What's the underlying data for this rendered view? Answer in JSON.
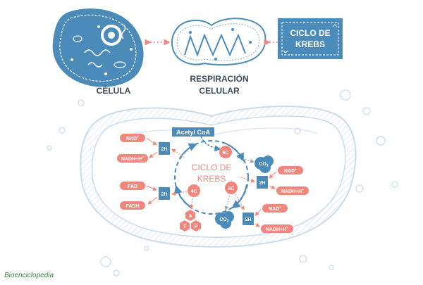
{
  "top": {
    "cell_label": "CÉLULA",
    "resp_label_line1": "RESPIRACIÓN",
    "resp_label_line2": "CELULAR",
    "box_line1": "CICLO DE",
    "box_line2": "KREBS"
  },
  "cycle": {
    "center_line1": "CICLO DE",
    "center_line2": "KREBS",
    "acetyl": "Acetyl CoA",
    "node_6c": "6C",
    "node_5c": "5C",
    "node_4c": "4C",
    "co2": "CO",
    "co2_sub": "2",
    "two_h": "2H",
    "nad": "NAD",
    "nad_sup": "+",
    "nadh": "NADH+H",
    "nadh_sup": "+",
    "fad": "FAD",
    "fadh": "FADH",
    "atp_a": "A",
    "atp_t": "T",
    "atp_p": "P"
  },
  "brand": {
    "logo_text": "Bioenciclopedia"
  },
  "colors": {
    "blue": "#4a8bb9",
    "blue_light": "#8fb9d8",
    "pink": "#f0867c",
    "pink_light": "#f7b3ac",
    "text": "#3c4a55",
    "white": "#ffffff"
  }
}
